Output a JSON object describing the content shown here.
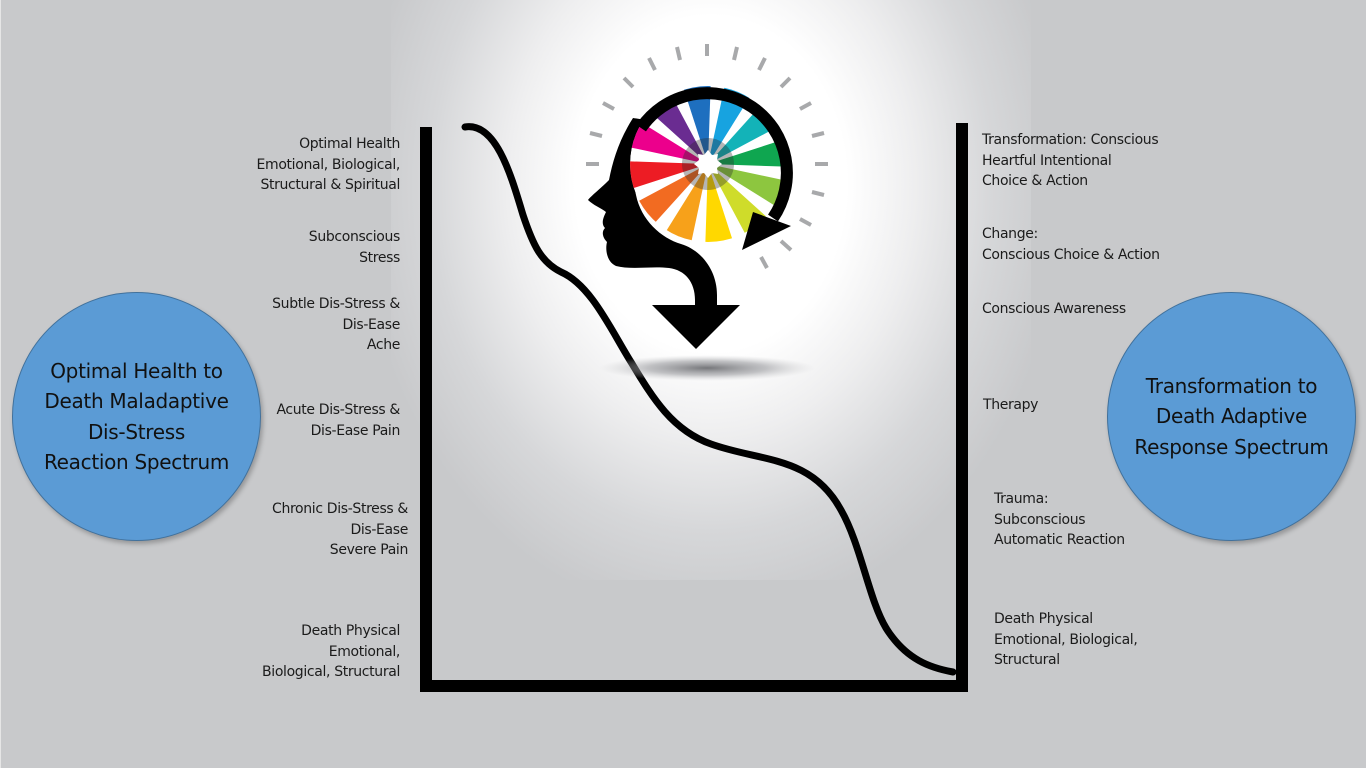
{
  "colors": {
    "background": "#c8c9cb",
    "circle_fill": "#5b9bd5",
    "circle_border": "#41719c",
    "line": "#000000",
    "ray": "#a8a9ab"
  },
  "left_circle": {
    "lines": [
      "Optimal Health to",
      "Death Maladaptive",
      "Dis-Stress",
      "Reaction Spectrum"
    ]
  },
  "right_circle": {
    "lines": [
      "Transformation to",
      "Death Adaptive",
      "Response Spectrum"
    ]
  },
  "left_labels": [
    {
      "lines": [
        "Optimal Health",
        "Emotional, Biological,",
        "Structural & Spiritual"
      ]
    },
    {
      "lines": [
        "Subconscious",
        "Stress"
      ]
    },
    {
      "lines": [
        "Subtle Dis-Stress &",
        "Dis-Ease",
        "Ache"
      ]
    },
    {
      "lines": [
        "Acute Dis-Stress &",
        "Dis-Ease Pain"
      ]
    },
    {
      "lines": [
        "Chronic Dis-Stress &",
        "Dis-Ease",
        "Severe Pain"
      ]
    },
    {
      "lines": [
        "Death Physical",
        "Emotional,",
        "Biological, Structural"
      ]
    }
  ],
  "right_labels": [
    {
      "lines": [
        "Transformation: Conscious",
        "Heartful Intentional",
        "Choice & Action"
      ]
    },
    {
      "lines": [
        "Change:",
        "Conscious Choice & Action"
      ]
    },
    {
      "lines": [
        "Conscious Awareness"
      ]
    },
    {
      "lines": [
        "Therapy"
      ]
    },
    {
      "lines": [
        "Trauma:",
        "Subconscious",
        "Automatic Reaction"
      ]
    },
    {
      "lines": [
        "Death Physical",
        "Emotional, Biological,",
        "Structural"
      ]
    }
  ],
  "graphic": {
    "icon": "head-with-color-wheel-and-arrows-icon",
    "wheel_colors": [
      "#1e6fbf",
      "#17a3e0",
      "#13b3b8",
      "#0fa650",
      "#8dc63f",
      "#cfdc2a",
      "#ffd800",
      "#f7a11a",
      "#f26b21",
      "#ed1c24",
      "#ec008c",
      "#6a2c91"
    ]
  }
}
